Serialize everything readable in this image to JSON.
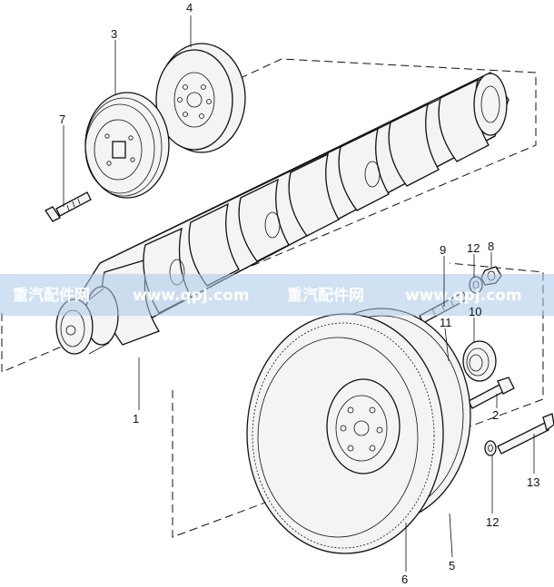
{
  "diagram": {
    "callouts": [
      {
        "id": "c4",
        "label": "4"
      },
      {
        "id": "c3",
        "label": "3"
      },
      {
        "id": "c7",
        "label": "7"
      },
      {
        "id": "c1",
        "label": "1"
      },
      {
        "id": "c9",
        "label": "9"
      },
      {
        "id": "c12a",
        "label": "12"
      },
      {
        "id": "c8",
        "label": "8"
      },
      {
        "id": "c11",
        "label": "11"
      },
      {
        "id": "c10",
        "label": "10"
      },
      {
        "id": "c2",
        "label": "2"
      },
      {
        "id": "c13",
        "label": "13"
      },
      {
        "id": "c12b",
        "label": "12"
      },
      {
        "id": "c6",
        "label": "6"
      },
      {
        "id": "c5",
        "label": "5"
      }
    ]
  },
  "watermark": {
    "band_color": "#a8c8e8",
    "segments": [
      "重汽配件网",
      "www.qpj.com",
      "重汽配件网",
      "www.qpj.com"
    ]
  }
}
